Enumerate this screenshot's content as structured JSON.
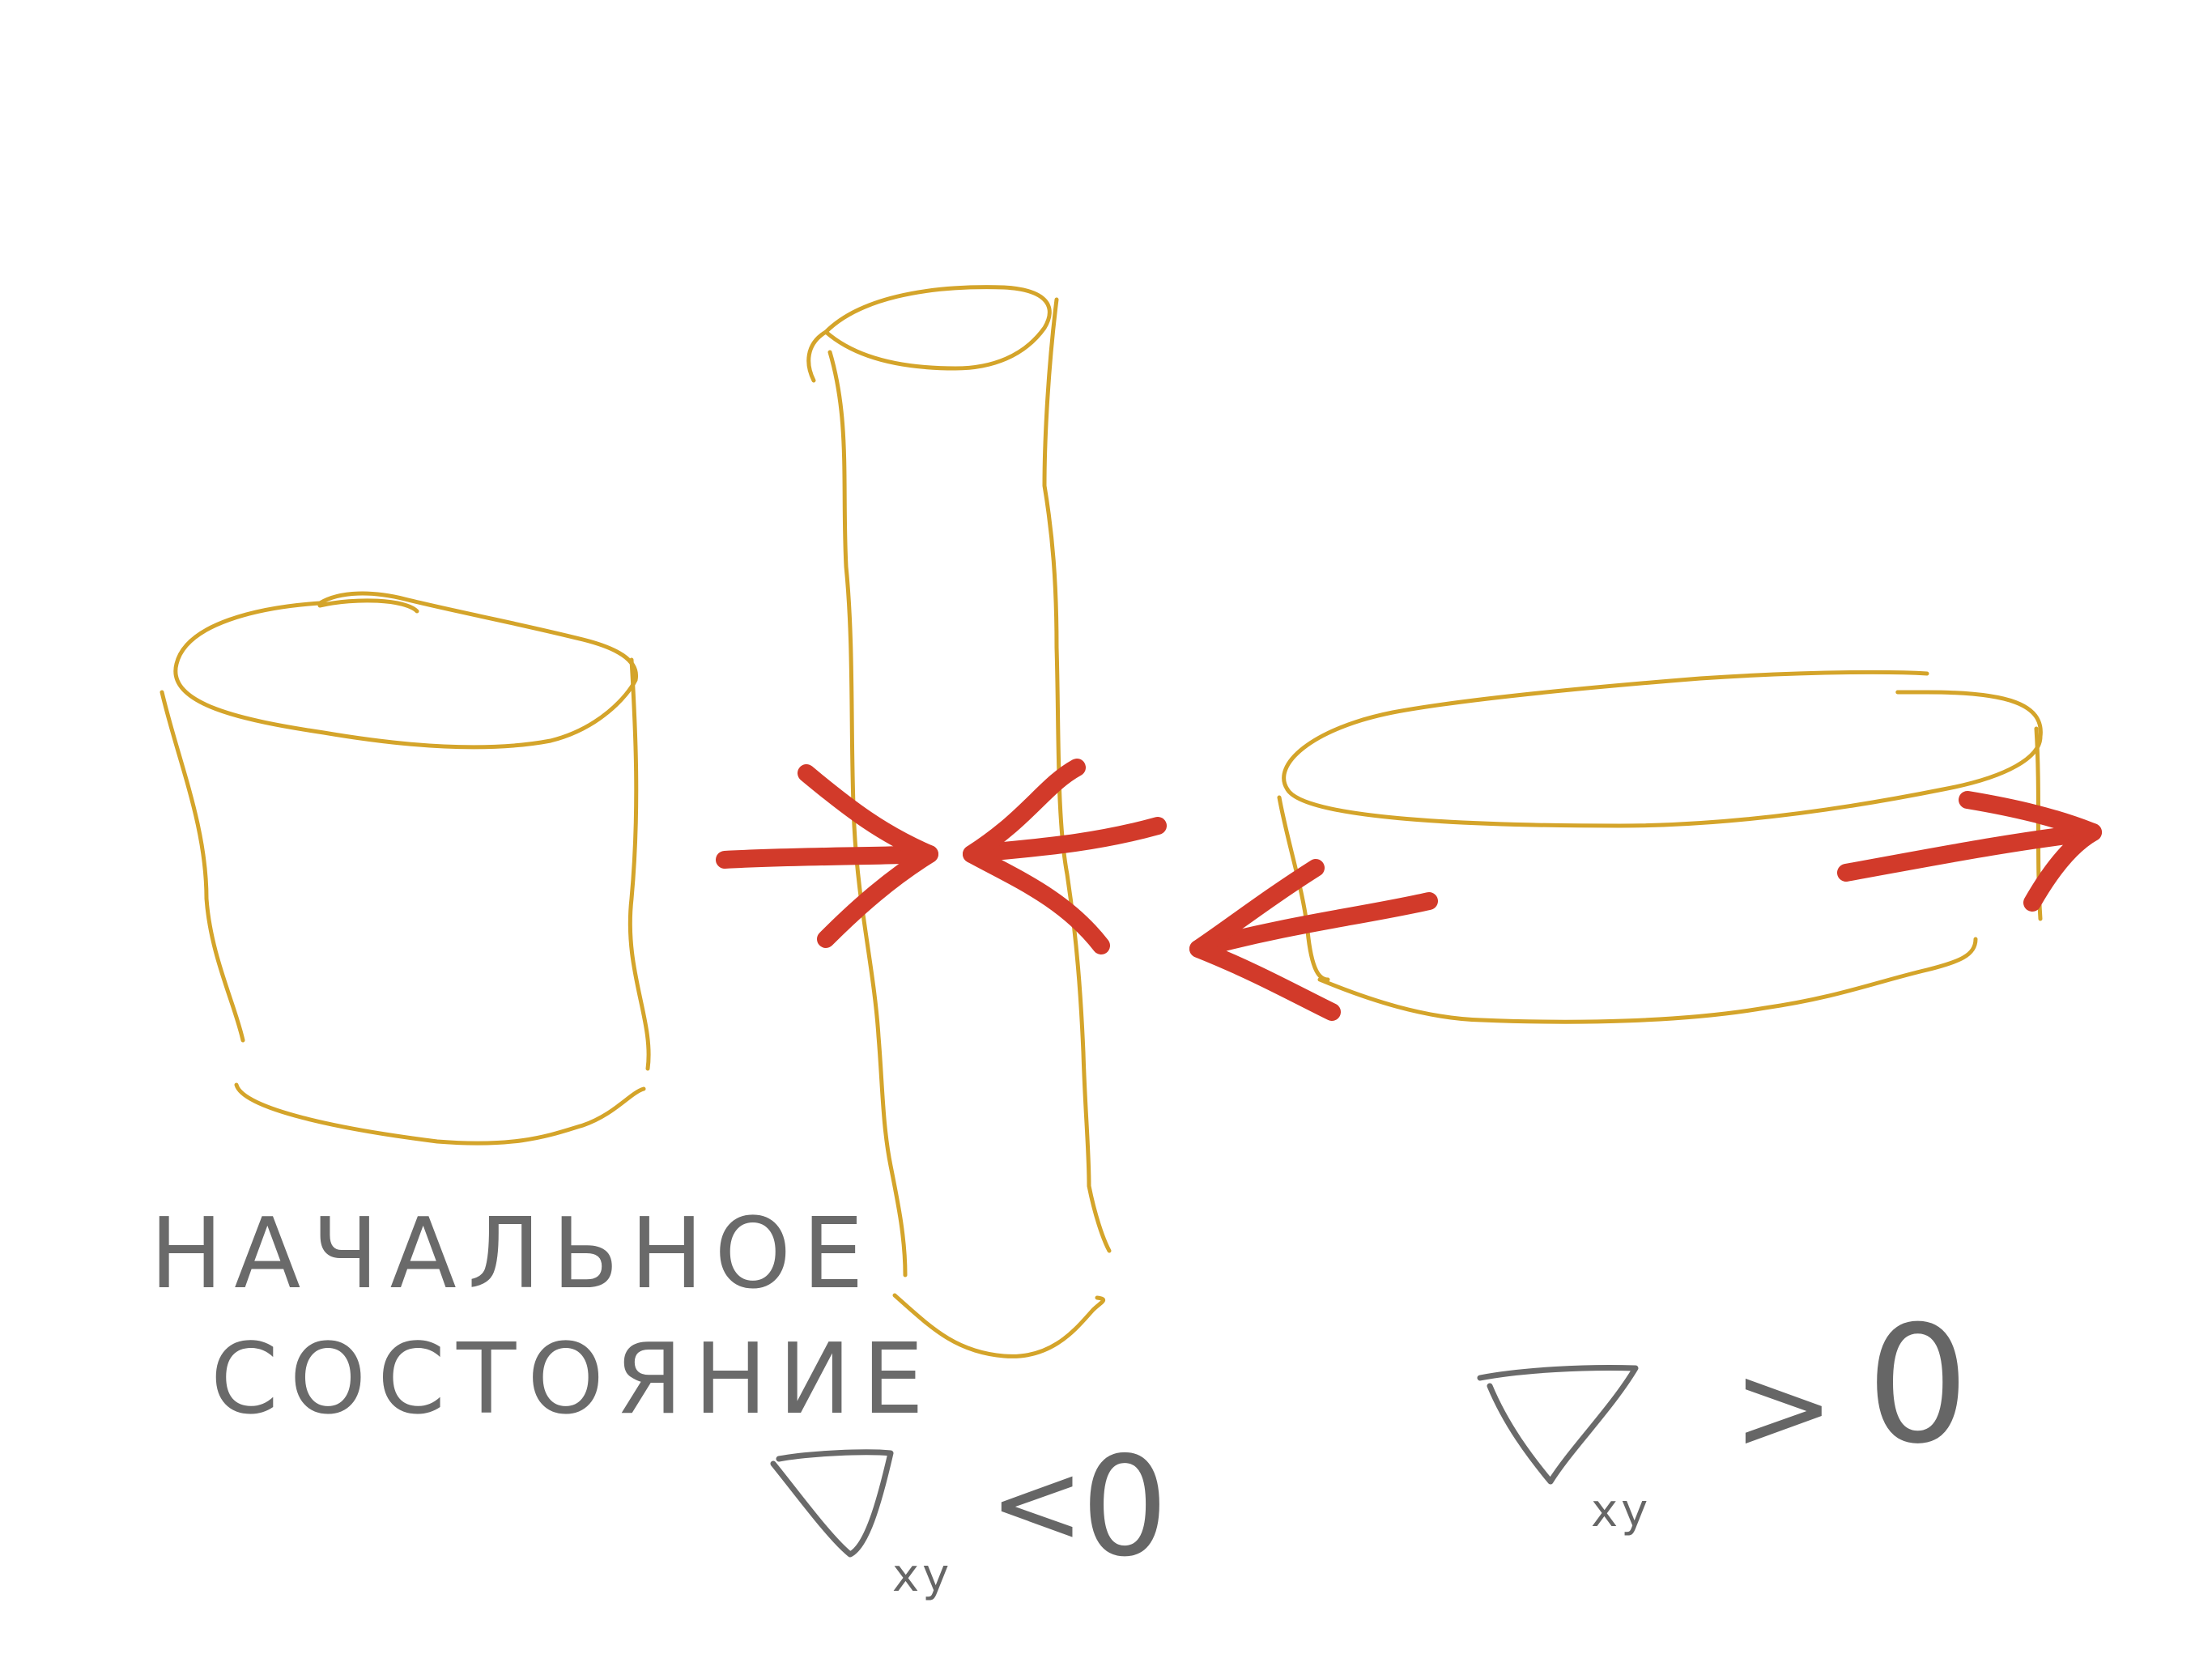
{
  "diagram": {
    "colors": {
      "outline": "#D4A42A",
      "force_arrows": "#D23A2A",
      "ink": "#6A6A6A",
      "background": "#FFFFFF"
    },
    "left_shape": {
      "label_line1": "НАЧАЛЬНОЕ",
      "label_line2": "СОСТОЯНИЕ"
    },
    "middle_shape": {
      "operator": "∇",
      "subscript": "xy",
      "relation": "<",
      "value": "0"
    },
    "right_shape": {
      "operator": "∇",
      "subscript": "xy",
      "relation": ">",
      "value": "0"
    }
  }
}
